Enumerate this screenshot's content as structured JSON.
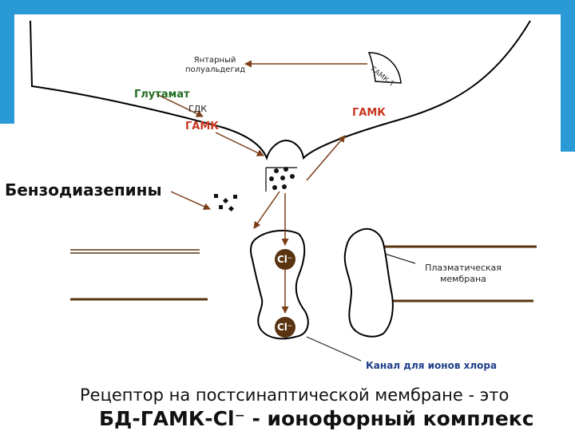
{
  "labels": {
    "succinic_semialdehyde": "Янтарный\nполуальдегид",
    "gaba_t": "ГАМК-Т",
    "glutamate": "Глутамат",
    "gdk": "ГДК",
    "gaba_top": "ГАМК",
    "gaba_left": "ГАМК",
    "benzodiazepines": "Бензодиазепины",
    "chloride_ion_1": "Cl⁻",
    "chloride_ion_2": "Cl⁻",
    "plasma_membrane": "Плазматическая\nмембрана",
    "chloride_channel": "Канал для ионов хлора"
  },
  "caption": {
    "line1": "Рецептор на постсинаптической мембране - это",
    "line2": "БД-ГАМК-Cl⁻ - ионофорный комплекс"
  },
  "colors": {
    "membrane": "#5a3410",
    "arrow": "#7a3d16",
    "ion": "#5a3410",
    "blue_frame": "#2a9ad6",
    "glutamate_text": "#1f6b1f",
    "gaba_text": "#c8361f",
    "channel_text": "#1f3f8a"
  }
}
